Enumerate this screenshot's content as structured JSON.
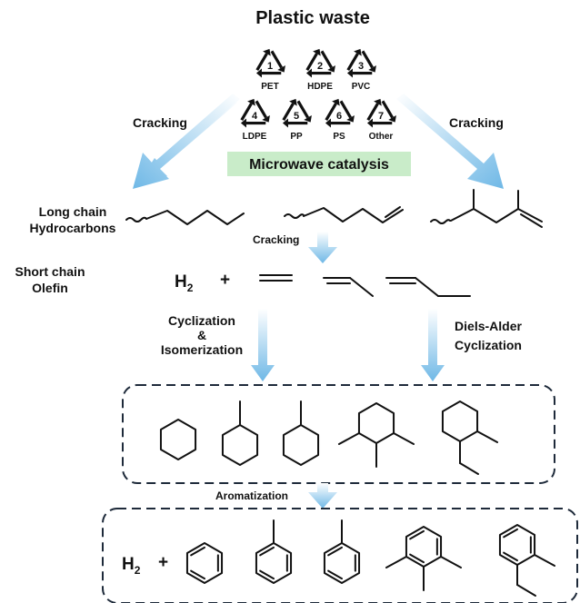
{
  "title": "Plastic waste",
  "plastics": [
    {
      "number": "1",
      "code": "PET"
    },
    {
      "number": "2",
      "code": "HDPE"
    },
    {
      "number": "3",
      "code": "PVC"
    },
    {
      "number": "4",
      "code": "LDPE"
    },
    {
      "number": "5",
      "code": "PP"
    },
    {
      "number": "6",
      "code": "PS"
    },
    {
      "number": "7",
      "code": "Other"
    }
  ],
  "cracking_left": "Cracking",
  "cracking_right": "Cracking",
  "catalysis_label": "Microwave catalysis",
  "catalysis_color": "#c9ecc9",
  "arrow_color": "#7cc3e8",
  "long_chain_line1": "Long chain",
  "long_chain_line2": "Hydrocarbons",
  "cracking_middle": "Cracking",
  "short_chain_line1": "Short chain",
  "short_chain_line2": "Olefin",
  "h2_top": "H",
  "h2_top_sub": "2",
  "plus_top": "+",
  "cyclization_line1": "Cyclization",
  "cyclization_line2": "&",
  "cyclization_line3": "Isomerization",
  "diels_line1": "Diels-Alder",
  "diels_line2": "Cyclization",
  "aromatization": "Aromatization",
  "h2_bottom": "H",
  "h2_bottom_sub": "2",
  "plus_bottom": "+"
}
